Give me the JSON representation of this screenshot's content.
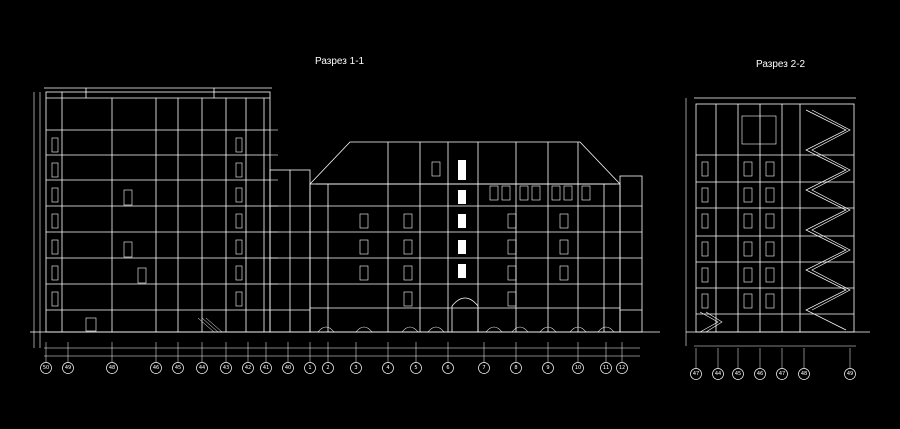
{
  "sections": [
    {
      "id": "section-1-1",
      "title": "Разрез 1-1",
      "axis_labels": [
        "50",
        "49",
        "48",
        "46",
        "45",
        "44",
        "43",
        "42",
        "41",
        "40",
        "1",
        "2",
        "3",
        "4",
        "5",
        "6",
        "7",
        "8",
        "9",
        "10",
        "11",
        "12"
      ]
    },
    {
      "id": "section-2-2",
      "title": "Разрез 2-2",
      "axis_labels": [
        "47",
        "44",
        "45",
        "46",
        "47",
        "48",
        "49"
      ]
    }
  ]
}
